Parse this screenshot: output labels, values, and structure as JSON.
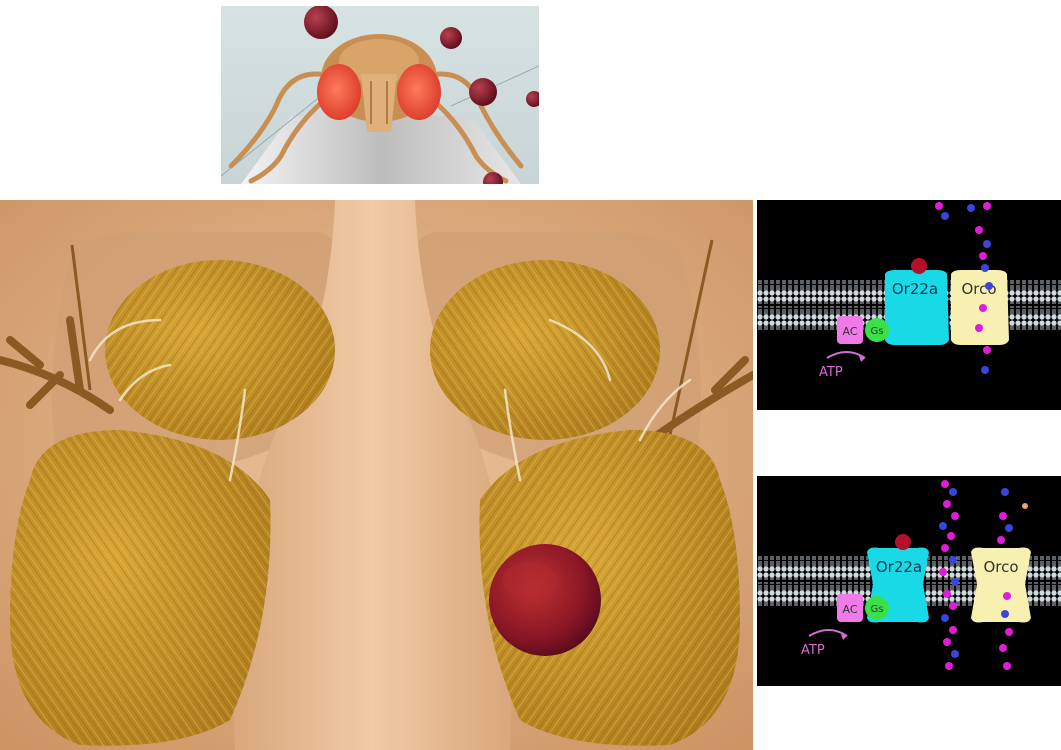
{
  "membrane_top": {
    "receptor_label": "Or22a",
    "coreceptor_label": "Orco",
    "ac_label": "AC",
    "gs_label": "Gs",
    "atp_label": "ATP"
  },
  "membrane_bottom": {
    "receptor_label": "Or22a",
    "coreceptor_label": "Orco",
    "ac_label": "AC",
    "gs_label": "Gs",
    "atp_label": "ATP"
  },
  "colors": {
    "receptor": "#19d9e6",
    "coreceptor": "#f7f0b0",
    "adenylyl_cyclase": "#ef7ae8",
    "gs_protein": "#39e04a",
    "atp_text": "#d46ed0",
    "odorant": "#8a1224",
    "ion_magenta": "#e21bd8",
    "ion_blue": "#3a46d8",
    "membrane": "#c6d0d6",
    "antenna_hair": "#c99a22",
    "head_skin": "#e2b48a"
  }
}
